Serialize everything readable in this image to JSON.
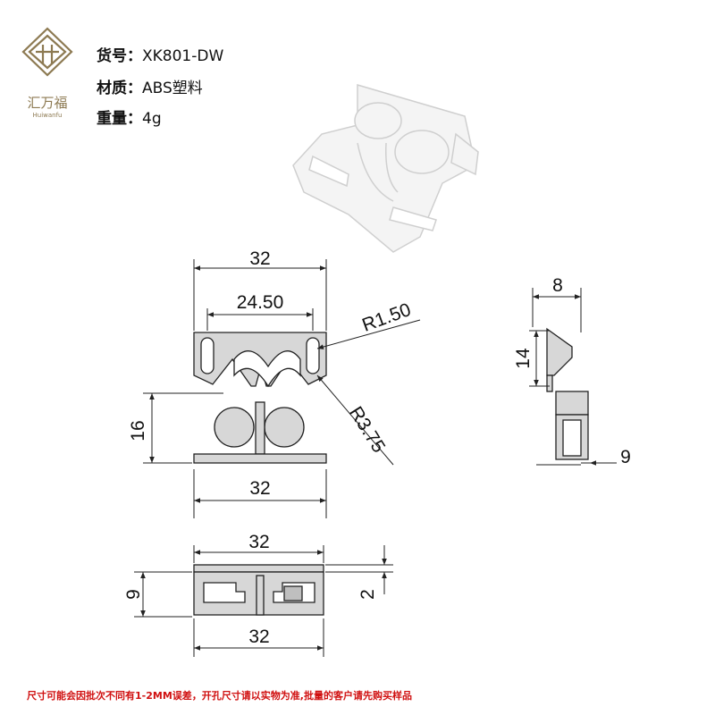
{
  "brand": {
    "name": "汇万福",
    "sub": "Huiwanfu",
    "accent": "#8d7a52"
  },
  "specs": [
    {
      "label": "货号：",
      "value": "XK801-DW"
    },
    {
      "label": "材质：",
      "value": "ABS塑料"
    },
    {
      "label": "重量：",
      "value": "4g"
    }
  ],
  "dims": {
    "front_width_top": "32",
    "front_slot_spacing": "24.50",
    "front_radius_slot": "R1.50",
    "front_radius_round": "R3.75",
    "front_height": "16",
    "front_width_bottom": "32",
    "side_depth": "8",
    "side_height": "14",
    "side_base": "9",
    "bottom_width_top": "32",
    "bottom_height": "9",
    "bottom_thickness": "2",
    "bottom_width_bottom": "32"
  },
  "footer": "尺寸可能会因批次不同有1-2MM误差，开孔尺寸请以实物为准,批量的客户请先购买样品",
  "colors": {
    "part_fill": "#d7d7d7",
    "line": "#222222",
    "footer": "#d01010"
  }
}
